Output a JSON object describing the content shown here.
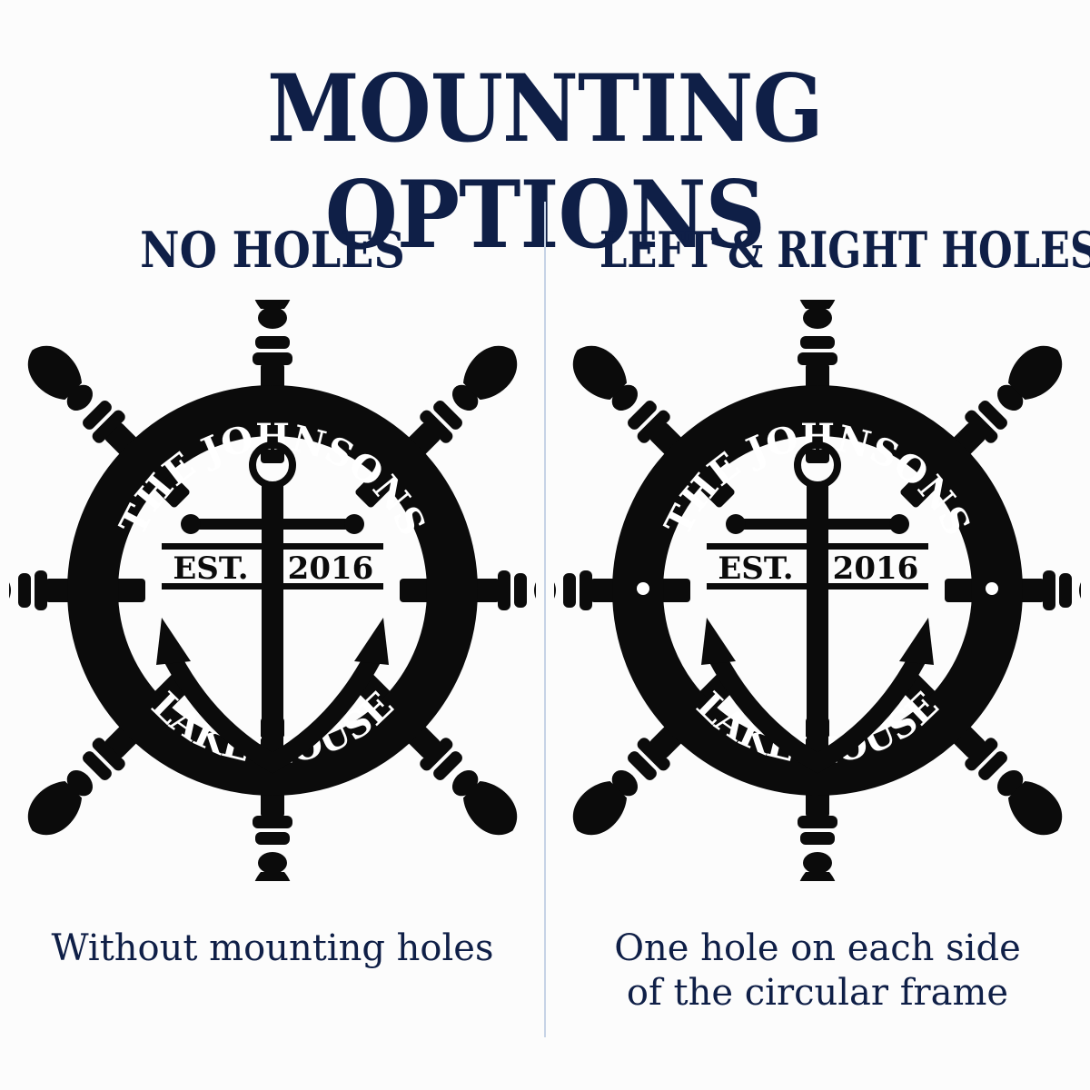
{
  "title": "MOUNTING OPTIONS",
  "options": [
    {
      "heading": "NO HOLES",
      "caption": "Without mounting holes",
      "sign": {
        "name_line": "THE JOHNSONS",
        "est_label": "EST.",
        "year": "2016",
        "bottom_line": "LAKE HOUSE"
      }
    },
    {
      "heading": "LEFT & RIGHT HOLES",
      "caption": "One hole on each side\nof the circular frame",
      "sign": {
        "name_line": "THE JOHNSONS",
        "est_label": "EST.",
        "year": "2016",
        "bottom_line": "LAKE HOUSE"
      }
    }
  ],
  "colors": {
    "heading": "#0f1f47",
    "sign": "#0b0b0b",
    "divider": "#c6d3e6",
    "background": "#fcfcfc"
  }
}
